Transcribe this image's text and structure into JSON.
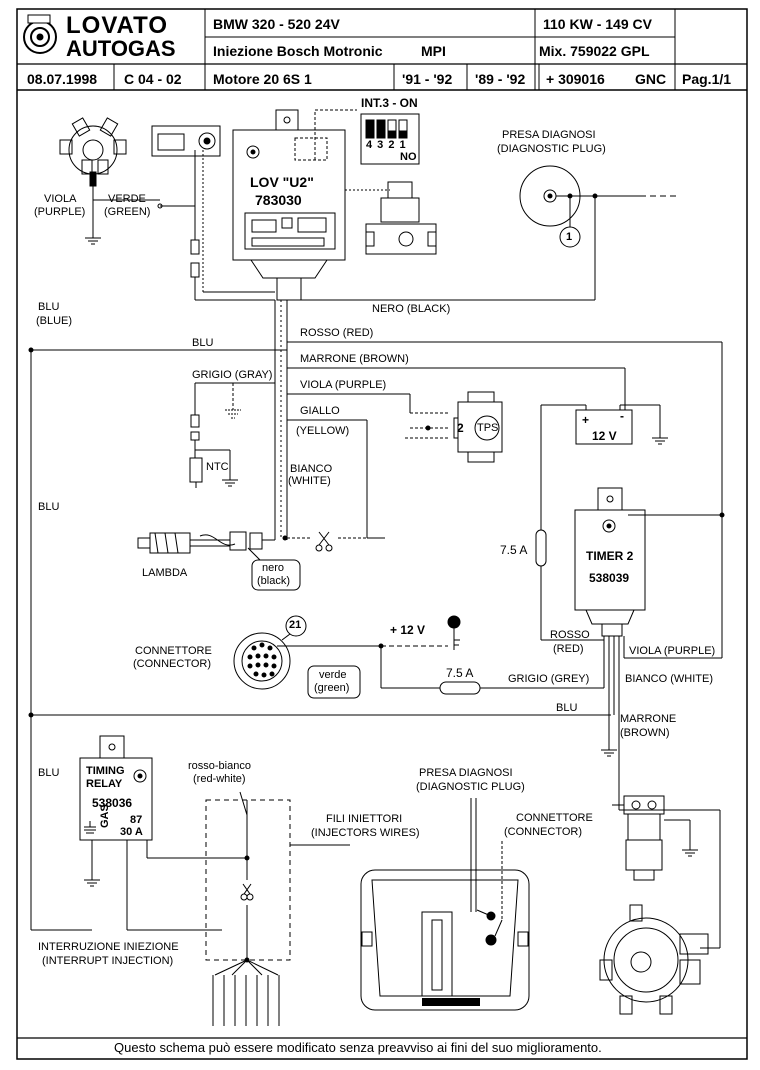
{
  "header": {
    "brand_top": "LOVATO",
    "brand_bottom": "AUTOGAS",
    "model": "BMW 320 - 520  24V",
    "injection": "Iniezione Bosch Motronic",
    "injection_type": "MPI",
    "power": "110 KW - 149 CV",
    "mix": "Mix. 759022  GPL",
    "date": "08.07.1998",
    "code": "C 04 - 02",
    "engine": "Motore   20 6S 1",
    "years_1": "'91 - '92",
    "years_2": "'89 - '92",
    "part": "+ 309016",
    "gnc": "GNC",
    "page": "Pag.1/1"
  },
  "labels": {
    "int3": "INT.3 - ON",
    "dip_numbers": "4 3 2 1",
    "dip_no": "NO",
    "ecu_name": "LOV \"U2\"",
    "ecu_code": "783030",
    "presa_top": "PRESA DIAGNOSI",
    "presa_top_en": "(DIAGNOSTIC PLUG)",
    "plug_num": "1",
    "viola": "VIOLA",
    "viola_en": "(PURPLE)",
    "verde": "VERDE",
    "verde_en": "(GREEN)",
    "nero_black": "NERO (BLACK)",
    "blu1": "BLU",
    "blu1_en": "(BLUE)",
    "rosso_red": "ROSSO (RED)",
    "blu_mid": "BLU",
    "marrone_brown": "MARRONE (BROWN)",
    "grigio_gray": "GRIGIO (GRAY)",
    "viola_purple": "VIOLA (PURPLE)",
    "giallo": "GIALLO",
    "yellow": "(YELLOW)",
    "tps_num": "2",
    "tps": "TPS",
    "batt_plus": "+",
    "batt_minus": "-",
    "batt_v": "12 V",
    "ntc": "NTC",
    "bianco": "BIANCO",
    "white": "(WHITE)",
    "blu_left2": "BLU",
    "fuse1": "7.5 A",
    "timer_name": "TIMER 2",
    "timer_code": "538039",
    "lambda": "LAMBDA",
    "nero_small": "nero",
    "black_small": "(black)",
    "connector_num": "21",
    "connettore": "CONNETTORE",
    "connector_en": "(CONNECTOR)",
    "plus12": "+ 12 V",
    "verde_small": "verde",
    "green_small": "(green)",
    "fuse2": "7.5 A",
    "grigio_grey": "GRIGIO (GREY)",
    "rosso_t": "ROSSO",
    "red_t": "(RED)",
    "viola_purple2": "VIOLA (PURPLE)",
    "bianco_white": "BIANCO (WHITE)",
    "blu_low": "BLU",
    "marrone": "MARRONE",
    "brown": "(BROWN)",
    "blu_left3": "BLU",
    "relay_l1": "TIMING",
    "relay_l2": "RELAY",
    "relay_code": "538036",
    "relay_gas": "GAS",
    "relay_87": "87",
    "relay_30a": "30  A",
    "rosso_bianco": "rosso-bianco",
    "red_white": "(red-white)",
    "fili": "FILI INIETTORI",
    "fili_en": "(INJECTORS WIRES)",
    "presa2": "PRESA DIAGNOSI",
    "presa2_en": "(DIAGNOSTIC PLUG)",
    "conn2": "CONNETTORE",
    "conn2_en": "(CONNECTOR)",
    "interr": "INTERRUZIONE INIEZIONE",
    "interr_en": "(INTERRUPT INJECTION)",
    "footer": "Questo schema può essere modificato senza preavviso ai fini del suo miglioramento."
  }
}
